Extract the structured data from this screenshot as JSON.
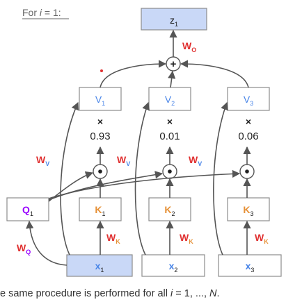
{
  "header": {
    "prefix": "For ",
    "var": "i",
    "suffix": " = 1:"
  },
  "output": {
    "main": "z",
    "sub": "1"
  },
  "weights": {
    "wo_main": "W",
    "wo_sub": "O",
    "wv_main": "W",
    "wv_sub": "V",
    "wk_main": "W",
    "wk_sub": "K",
    "wq_main": "W",
    "wq_sub": "Q"
  },
  "sum_symbol": "+",
  "dot_symbol": "•",
  "multiply_symbol": "×",
  "values": [
    {
      "main": "V",
      "sub": "1"
    },
    {
      "main": "V",
      "sub": "2"
    },
    {
      "main": "V",
      "sub": "3"
    }
  ],
  "keys": [
    {
      "main": "K",
      "sub": "1"
    },
    {
      "main": "K",
      "sub": "2"
    },
    {
      "main": "K",
      "sub": "3"
    }
  ],
  "query": {
    "main": "Q",
    "sub": "1"
  },
  "inputs": [
    {
      "main": "x",
      "sub": "1"
    },
    {
      "main": "x",
      "sub": "2"
    },
    {
      "main": "x",
      "sub": "3"
    }
  ],
  "scores": [
    "0.93",
    "0.01",
    "0.06"
  ],
  "footer": {
    "t1": "e same procedure is performed for all ",
    "t2": "i",
    "t3": " = 1, ..., ",
    "t4": "N",
    "t5": "."
  },
  "colors": {
    "blue": "#4a86e8",
    "orange": "#e69138",
    "purple": "#9900ff",
    "red": "#e03131",
    "highlight": "#c9d8f7"
  }
}
